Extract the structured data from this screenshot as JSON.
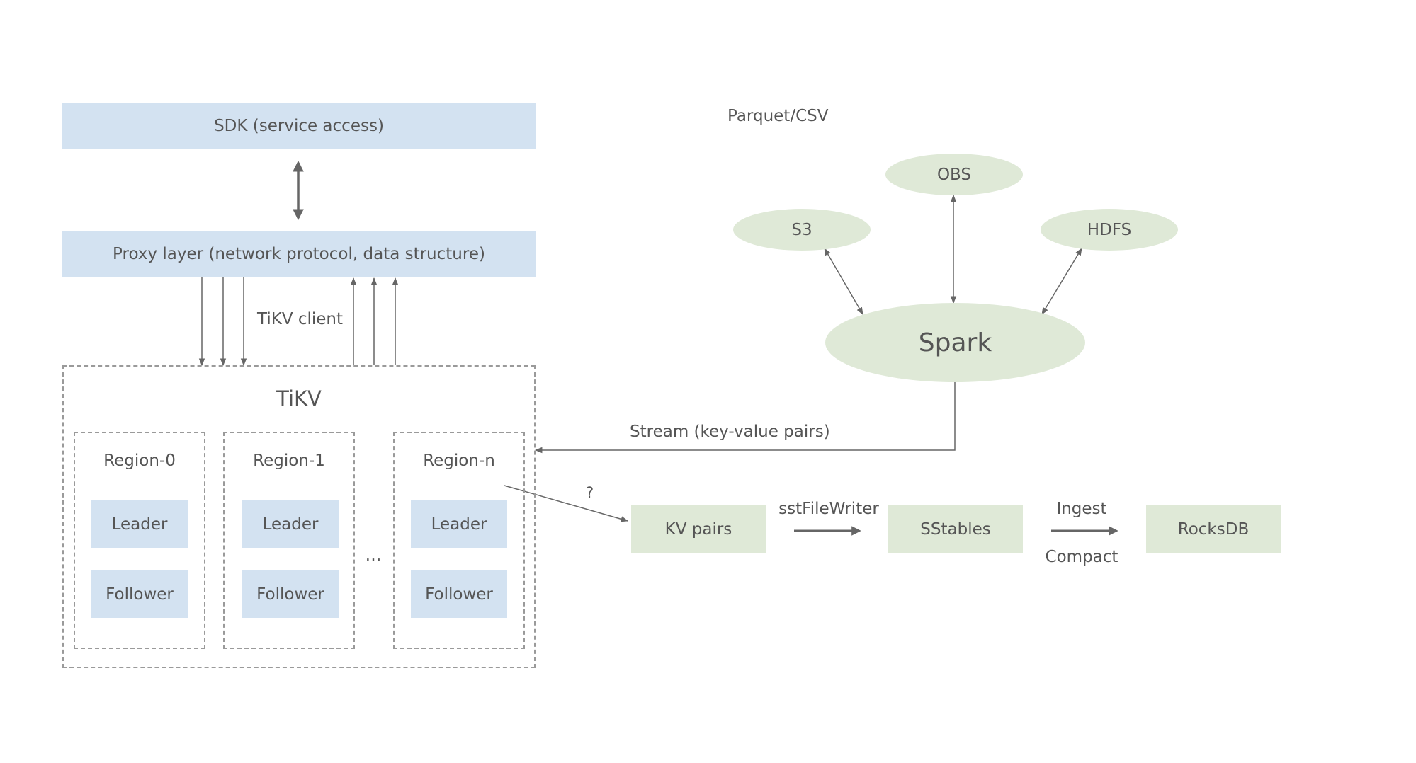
{
  "left": {
    "sdk_label": "SDK (service access)",
    "proxy_label": "Proxy layer (network protocol, data structure)",
    "client_label": "TiKV client",
    "tikv_title": "TiKV",
    "ellipsis": "…",
    "regions": [
      {
        "title": "Region-0",
        "leader": "Leader",
        "follower": "Follower"
      },
      {
        "title": "Region-1",
        "leader": "Leader",
        "follower": "Follower"
      },
      {
        "title": "Region-n",
        "leader": "Leader",
        "follower": "Follower"
      }
    ]
  },
  "right": {
    "format_label": "Parquet/CSV",
    "sources": {
      "s3": "S3",
      "obs": "OBS",
      "hdfs": "HDFS"
    },
    "engine": "Spark",
    "stream_label": "Stream (key-value pairs)",
    "question": "?",
    "pipeline": {
      "kv": "KV pairs",
      "writer": "sstFileWriter",
      "sstables": "SStables",
      "ingest": "Ingest",
      "compact": "Compact",
      "rocksdb": "RocksDB"
    }
  },
  "colors": {
    "blue_fill": "#d3e2f1",
    "green_fill": "#dfe9d7",
    "line": "#666666",
    "dash": "#9a9a9a"
  }
}
